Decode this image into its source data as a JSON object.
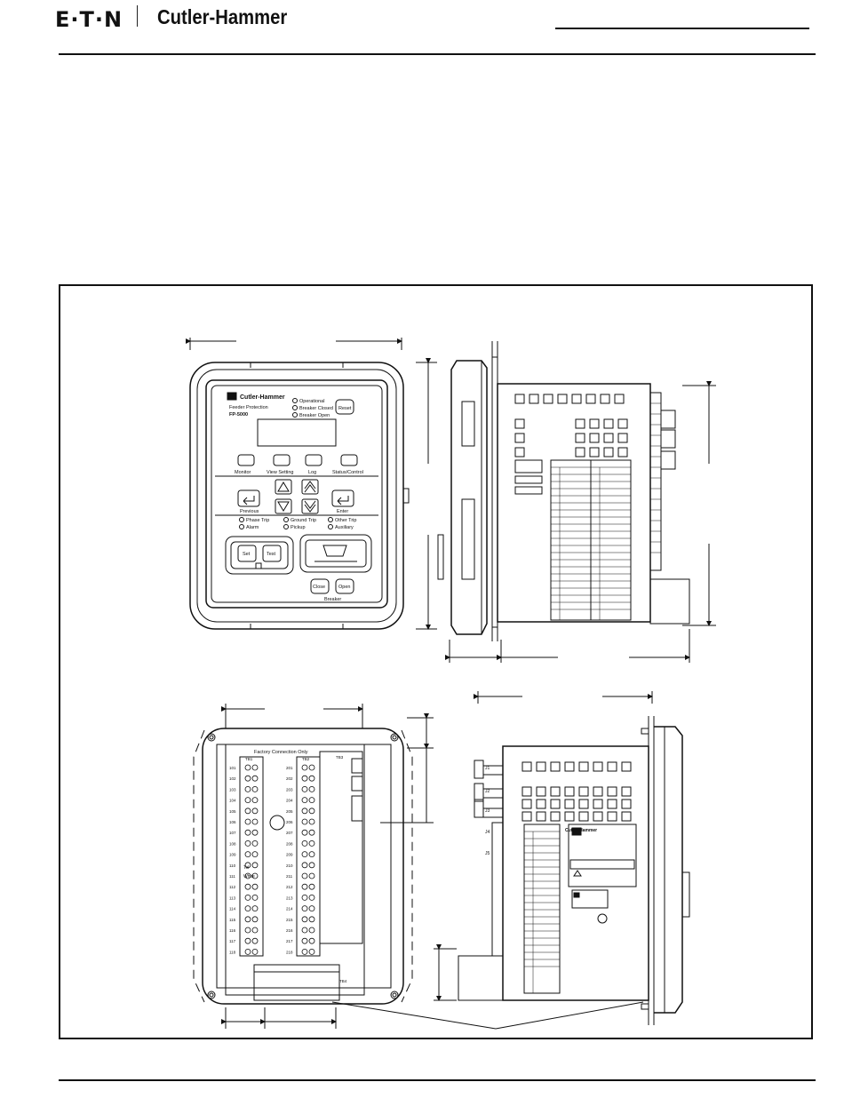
{
  "header": {
    "logo": "E·T·N",
    "brand": "Cutler-Hammer"
  },
  "front_view": {
    "panel_logo": "Cutler-Hammer",
    "product_line1": "Feeder Protection",
    "product_line2": "FP-5000",
    "leds_top": [
      "Operational",
      "Breaker Closed",
      "Breaker Open"
    ],
    "reset": "Reset",
    "function_keys": [
      "Monitor",
      "View Setting",
      "Log",
      "Status/Control"
    ],
    "nav_previous": "Previous",
    "nav_enter": "Enter",
    "leds_bottom_row1": [
      "Phase Trip",
      "Ground Trip",
      "Other Trip"
    ],
    "leds_bottom_row2": [
      "Alarm",
      "Pickup",
      "Auxiliary"
    ],
    "set": "Set",
    "test": "Test",
    "close": "Close",
    "open": "Open",
    "breaker": "Breaker"
  },
  "rear_view": {
    "warning": "Factory Connection Only",
    "tb1": "TB1",
    "tb2": "TB2",
    "tb3": "TB3",
    "tb4": "TB4",
    "tb1_terminals": [
      "101",
      "102",
      "103",
      "104",
      "105",
      "106",
      "107",
      "108",
      "109",
      "110",
      "111",
      "112",
      "113",
      "114",
      "115",
      "116",
      "117",
      "118"
    ],
    "tb2_terminals": [
      "201",
      "202",
      "203",
      "204",
      "205",
      "206",
      "207",
      "208",
      "209",
      "210",
      "211",
      "212",
      "213",
      "214",
      "215",
      "216",
      "217",
      "218"
    ],
    "mark_1": "Tel",
    "mark_2": "White"
  },
  "side_bottom_view": {
    "connectors": [
      "J1",
      "J2",
      "J3",
      "J4",
      "J5"
    ],
    "label_logo": "Cutler-Hammer"
  }
}
